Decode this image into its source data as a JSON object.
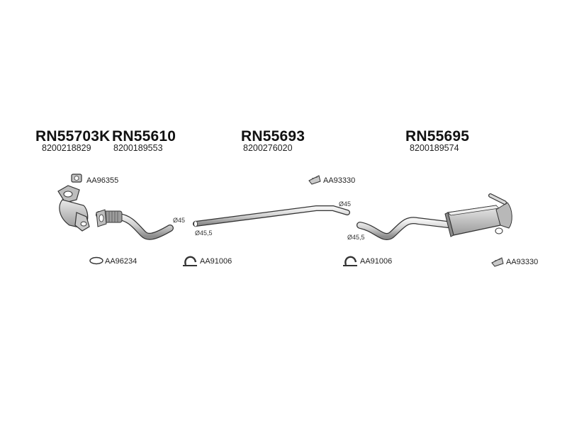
{
  "parts": [
    {
      "code": "RN55703K",
      "oem": "8200218829"
    },
    {
      "code": "RN55610",
      "oem": "8200189553"
    },
    {
      "code": "RN55693",
      "oem": "8200276020"
    },
    {
      "code": "RN55695",
      "oem": "8200189574"
    }
  ],
  "accessories": {
    "gasket_top": "AA96355",
    "ring_gasket": "AA96234",
    "clamp_1": "AA91006",
    "clamp_2": "AA91006",
    "hanger_top": "AA93330",
    "hanger_bottom": "AA93330"
  },
  "dimensions": {
    "front_pipe_end": "Ø45",
    "middle_pipe_start": "Ø45,5",
    "middle_pipe_end": "Ø45",
    "rear_pipe_start": "Ø45,5"
  }
}
